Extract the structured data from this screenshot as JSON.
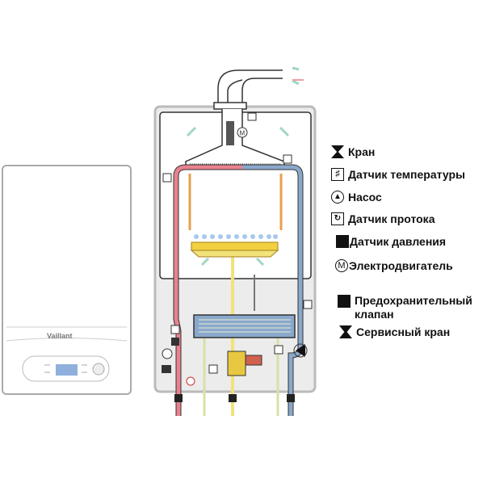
{
  "boiler": {
    "brand": "Vaillant"
  },
  "legend": [
    {
      "icon": "valve-icon",
      "label": "Кран"
    },
    {
      "icon": "temperature-sensor-icon",
      "label": "Датчик температуры"
    },
    {
      "icon": "pump-icon",
      "label": "Насос"
    },
    {
      "icon": "flow-sensor-icon",
      "label": "Датчик протока"
    },
    {
      "icon": "pressure-sensor-icon",
      "label": "Датчик давления"
    },
    {
      "icon": "motor-icon",
      "label": "Электродвигатель",
      "symbol": "M"
    },
    {
      "icon": "safety-valve-icon",
      "label": "Предохранительный клапан"
    },
    {
      "icon": "service-valve-icon",
      "label": "Сервисный кран"
    }
  ],
  "colors": {
    "hot": "#e8828e",
    "cold": "#8aa8cc",
    "gas": "#f2e27a",
    "air": "#9fd6c4"
  }
}
